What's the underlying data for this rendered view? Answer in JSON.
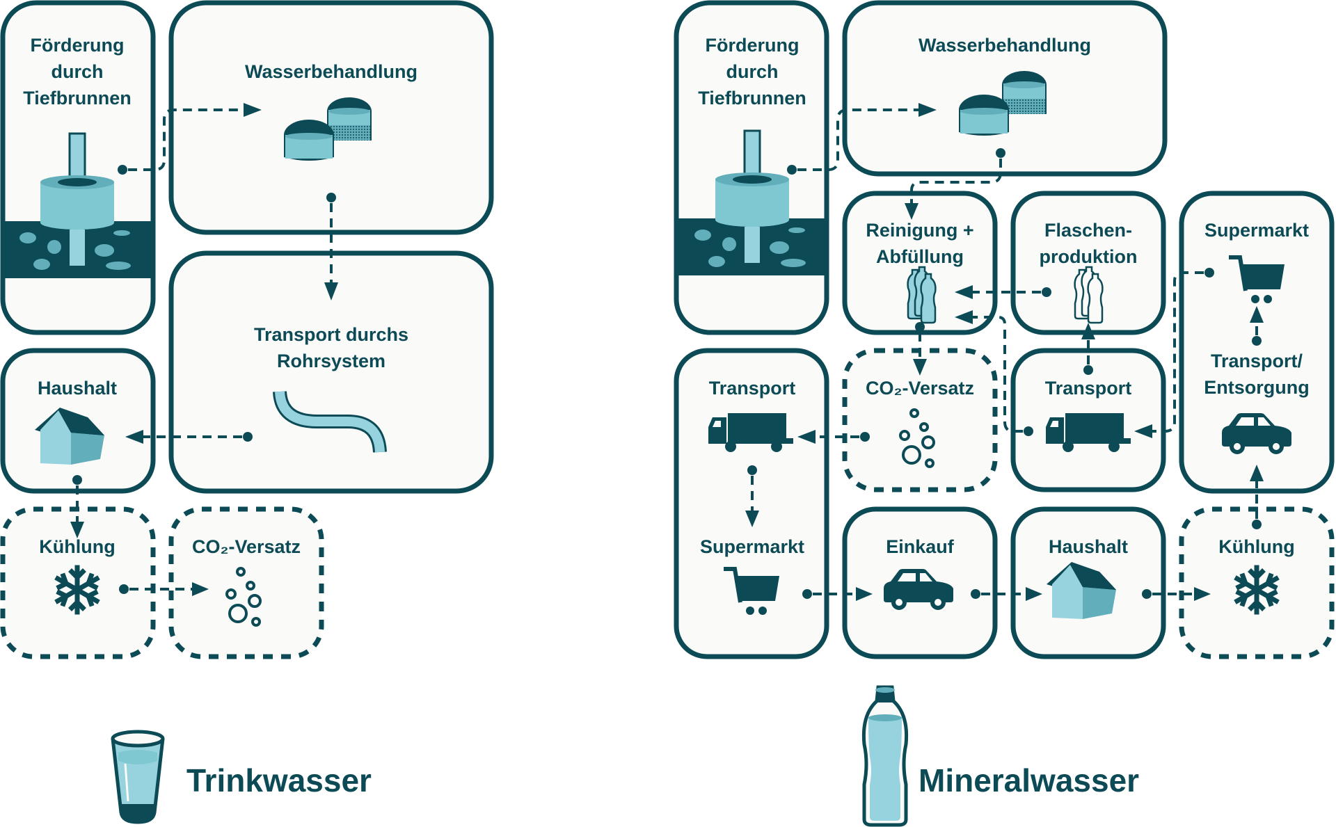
{
  "colors": {
    "primary_dark": "#0c4a55",
    "water_light": "#96d3df",
    "water_mid": "#7fc8d2",
    "water_shade": "#62aebb",
    "box_fill": "#fafaf8"
  },
  "trinkwasser": {
    "title": "Trinkwasser",
    "title_icon": "water-glass-icon",
    "steps": {
      "foerderung": {
        "lines": [
          "Förderung",
          "durch",
          "Tiefbrunnen"
        ],
        "icon": "deep-well-icon",
        "optional": false
      },
      "wasserbehandlung": {
        "lines": [
          "Wasserbehandlung"
        ],
        "icon": "water-tanks-icon",
        "optional": false
      },
      "rohrsystem": {
        "lines": [
          "Transport durchs",
          "Rohrsystem"
        ],
        "icon": "pipe-icon",
        "optional": false
      },
      "haushalt": {
        "lines": [
          "Haushalt"
        ],
        "icon": "house-icon",
        "optional": false
      },
      "kuehlung": {
        "lines": [
          "Kühlung"
        ],
        "icon": "snowflake-icon",
        "optional": true
      },
      "co2": {
        "lines": [
          "CO₂-Versatz"
        ],
        "icon": "bubbles-icon",
        "optional": true
      }
    },
    "flows": [
      [
        "Förderung durch Tiefbrunnen",
        "Wasserbehandlung"
      ],
      [
        "Wasserbehandlung",
        "Transport durchs Rohrsystem"
      ],
      [
        "Transport durchs Rohrsystem",
        "Haushalt"
      ],
      [
        "Haushalt",
        "Kühlung"
      ],
      [
        "Kühlung",
        "CO₂-Versatz"
      ]
    ]
  },
  "mineralwasser": {
    "title": "Mineralwasser",
    "title_icon": "water-bottle-icon",
    "steps": {
      "foerderung": {
        "lines": [
          "Förderung",
          "durch",
          "Tiefbrunnen"
        ],
        "icon": "deep-well-icon",
        "optional": false
      },
      "wasserbehandlung": {
        "lines": [
          "Wasserbehandlung"
        ],
        "icon": "water-tanks-icon",
        "optional": false
      },
      "abfuellung": {
        "lines": [
          "Reinigung +",
          "Abfüllung"
        ],
        "icon": "filled-bottles-icon",
        "optional": false
      },
      "flaschen": {
        "lines": [
          "Flaschen-",
          "produktion"
        ],
        "icon": "empty-bottles-icon",
        "optional": false
      },
      "supermarkt_top": {
        "lines": [
          "Supermarkt"
        ],
        "icon": "shopping-cart-icon",
        "optional": false
      },
      "transport_left": {
        "lines": [
          "Transport"
        ],
        "icon": "truck-icon",
        "optional": false
      },
      "co2": {
        "lines": [
          "CO₂-Versatz"
        ],
        "icon": "bubbles-icon",
        "optional": true
      },
      "transport_mid": {
        "lines": [
          "Transport"
        ],
        "icon": "truck-icon",
        "optional": false
      },
      "entsorgung": {
        "lines": [
          "Transport/",
          "Entsorgung"
        ],
        "icon": "car-icon",
        "optional": false
      },
      "supermarkt_bottom": {
        "lines": [
          "Supermarkt"
        ],
        "icon": "shopping-cart-icon",
        "optional": false
      },
      "einkauf": {
        "lines": [
          "Einkauf"
        ],
        "icon": "car-icon",
        "optional": false
      },
      "haushalt": {
        "lines": [
          "Haushalt"
        ],
        "icon": "house-icon",
        "optional": false
      },
      "kuehlung": {
        "lines": [
          "Kühlung"
        ],
        "icon": "snowflake-icon",
        "optional": true
      }
    },
    "flows": [
      [
        "Förderung durch Tiefbrunnen",
        "Wasserbehandlung"
      ],
      [
        "Wasserbehandlung",
        "Reinigung + Abfüllung"
      ],
      [
        "Flaschenproduktion",
        "Reinigung + Abfüllung"
      ],
      [
        "Transport",
        "Reinigung + Abfüllung"
      ],
      [
        "Transport",
        "Flaschenproduktion"
      ],
      [
        "Reinigung + Abfüllung",
        "CO₂-Versatz"
      ],
      [
        "CO₂-Versatz",
        "Transport"
      ],
      [
        "Transport",
        "Supermarkt"
      ],
      [
        "Supermarkt",
        "Einkauf"
      ],
      [
        "Einkauf",
        "Haushalt"
      ],
      [
        "Haushalt",
        "Kühlung"
      ],
      [
        "Kühlung",
        "Transport/Entsorgung"
      ],
      [
        "Transport/Entsorgung",
        "Supermarkt"
      ],
      [
        "Supermarkt",
        "Transport"
      ]
    ]
  }
}
